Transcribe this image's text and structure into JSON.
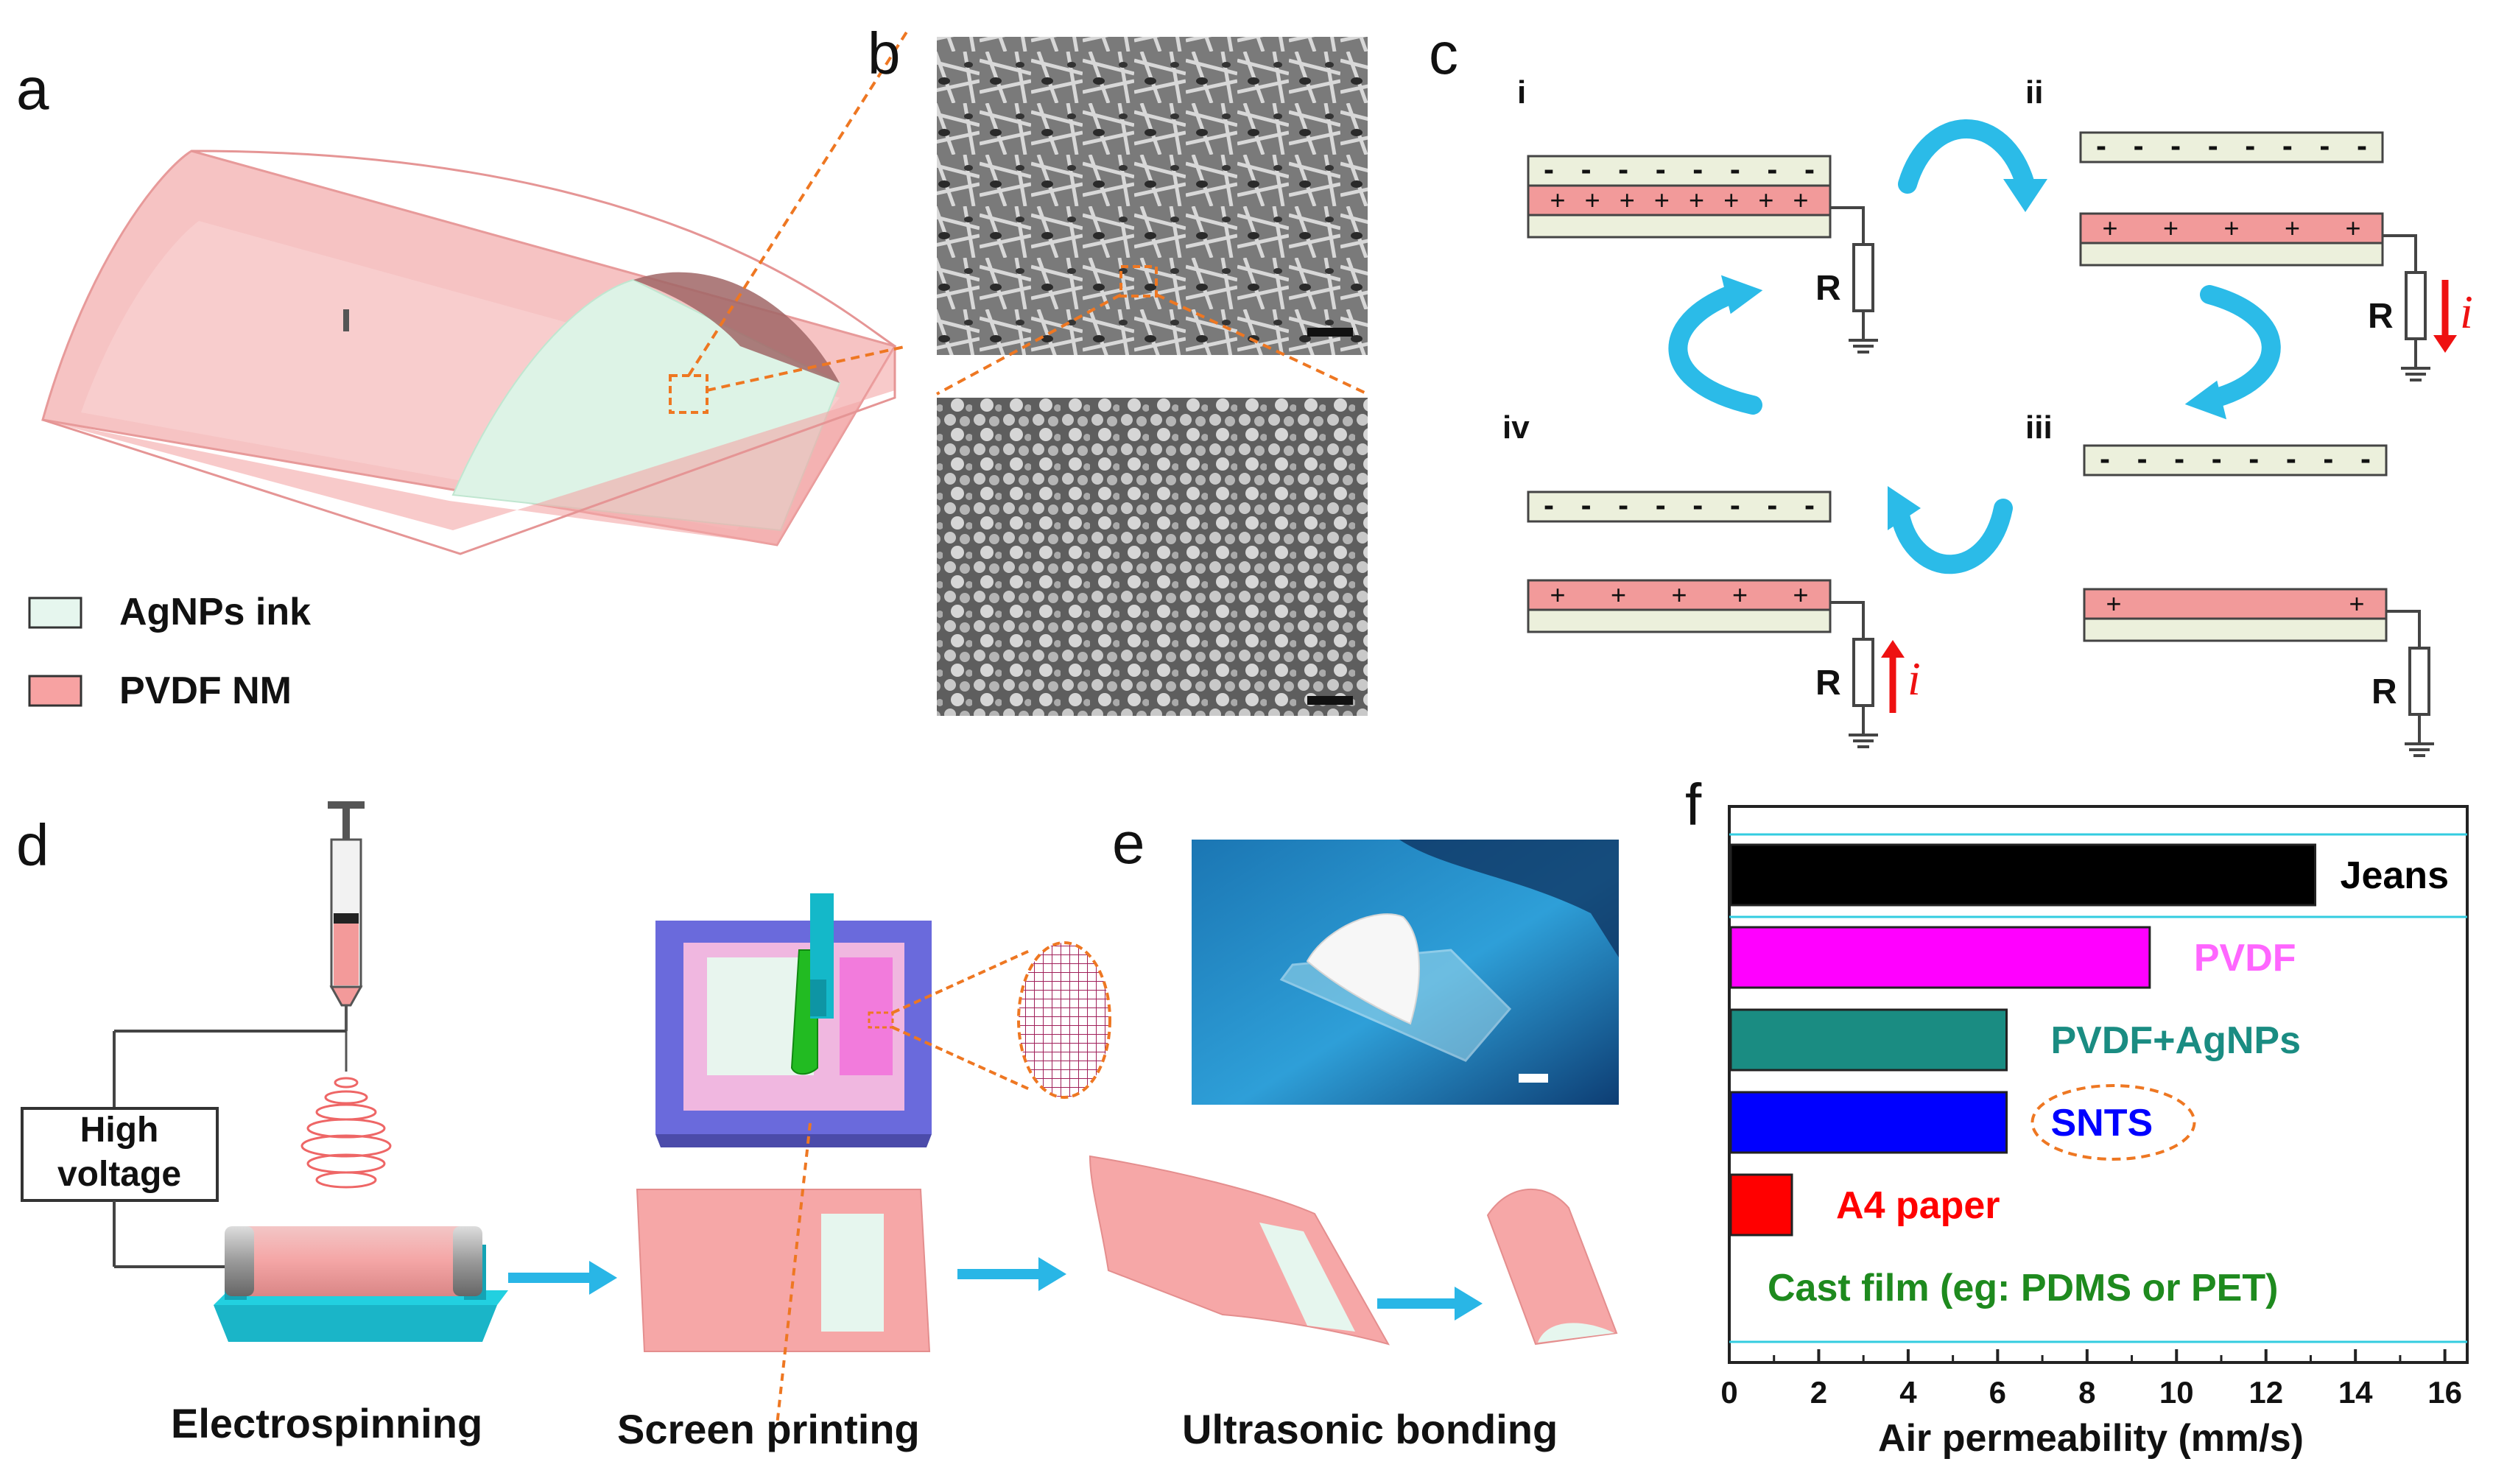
{
  "panels": {
    "a": "a",
    "b": "b",
    "c": "c",
    "d": "d",
    "e": "e",
    "f": "f"
  },
  "panel_a": {
    "legend": [
      {
        "label": "AgNPs ink",
        "color": "#e6f6ee"
      },
      {
        "label": "PVDF NM",
        "color": "#f7a2a2"
      }
    ]
  },
  "panel_c": {
    "stages": [
      "i",
      "ii",
      "iii",
      "iv"
    ],
    "resistor": "R",
    "current": "i",
    "charge_negative": "-",
    "charge_positive": "+"
  },
  "panel_d": {
    "power_supply": [
      "High",
      "voltage"
    ],
    "steps": [
      "Electrospinning",
      "Screen printing",
      "Ultrasonic bonding"
    ]
  },
  "chart_data": {
    "type": "bar",
    "orientation": "horizontal",
    "xlabel": "Air permeability (mm/s)",
    "xlim": [
      0,
      16.5
    ],
    "xticks": [
      0,
      2,
      4,
      6,
      8,
      10,
      12,
      14,
      16
    ],
    "categories": [
      "Jeans",
      "PVDF",
      "PVDF+AgNPs",
      "SNTS",
      "A4 paper",
      "Cast film (eg: PDMS or PET)"
    ],
    "values": [
      13.1,
      9.4,
      6.2,
      6.2,
      1.4,
      0
    ],
    "colors": [
      "#000000",
      "#ff00ff",
      "#1a8c82",
      "#0000ff",
      "#ff0000",
      "#1e8a1e"
    ],
    "label_colors": [
      "#000000",
      "#ff66ff",
      "#1a8c82",
      "#0000ff",
      "#ff0000",
      "#1e8a1e"
    ],
    "highlighted": "SNTS"
  }
}
